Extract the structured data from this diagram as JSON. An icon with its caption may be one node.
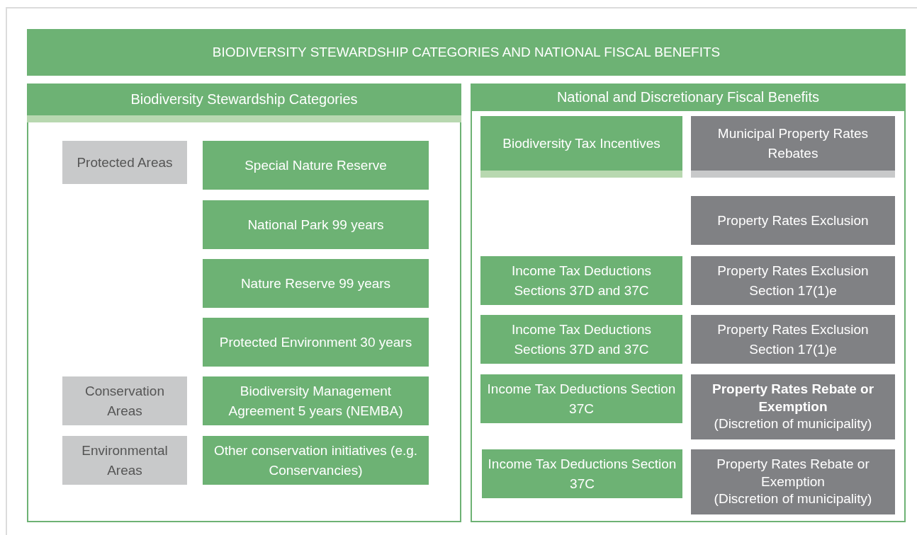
{
  "diagram": {
    "title": "BIODIVERSITY STEWARDSHIP CATEGORIES AND NATIONAL FISCAL BENEFITS",
    "nodes": [
      {
        "text": [
          "Biodiversity Stewardship Categories"
        ]
      },
      {
        "text": [
          "Protected Areas"
        ],
        "in": 0
      },
      {
        "text": [
          "Special Nature Reserve"
        ],
        "in": 0
      },
      {
        "text": [
          "National Park 99 years"
        ],
        "in": 0
      },
      {
        "text": [
          "Nature Reserve 99 years"
        ],
        "in": 0
      },
      {
        "text": [
          "Protected Environment 30 years"
        ],
        "in": 0
      },
      {
        "text": [
          "Conservation Areas"
        ],
        "in": 0
      },
      {
        "text": [
          "Biodiversity Management Agreement 5 years (NEMBA)"
        ],
        "in": 0
      },
      {
        "text": [
          "Environmental Areas"
        ],
        "in": 0
      },
      {
        "text": [
          "Other conservation initiatives (e.g. Conservancies)"
        ],
        "in": 0
      },
      {
        "text": [
          "National and Discretionary Fiscal Benefits"
        ]
      },
      {
        "text": [
          "Biodiversity Tax Incentives"
        ],
        "in": 10
      },
      {
        "text": [
          "Municipal Property Rates Rebates"
        ],
        "in": 10
      },
      {
        "text": [
          "Property Rates Exclusion"
        ],
        "in": 10
      },
      {
        "text": [
          "Income Tax Deductions Sections 37D and 37C"
        ],
        "in": 10
      },
      {
        "text": [
          "Property Rates Exclusion Section 17(1)e"
        ],
        "in": 10
      },
      {
        "text": [
          "Income Tax Deductions Sections 37D and 37C"
        ],
        "in": 10
      },
      {
        "text": [
          "Property Rates Exclusion Section 17(1)e"
        ],
        "in": 10
      },
      {
        "text": [
          "Income Tax Deductions Section 37C"
        ],
        "in": 10
      },
      {
        "text": [
          "**Property Rates Rebate or Exemption**",
          "(Discretion of municipality)"
        ],
        "in": 10
      },
      {
        "text": [
          "Property Rates Rebate or Exemption",
          "(Discretion of municipality)"
        ],
        "in": 10
      },
      {
        "text": [
          "Income Tax Deductions Section 37C"
        ],
        "in": 10
      }
    ]
  }
}
